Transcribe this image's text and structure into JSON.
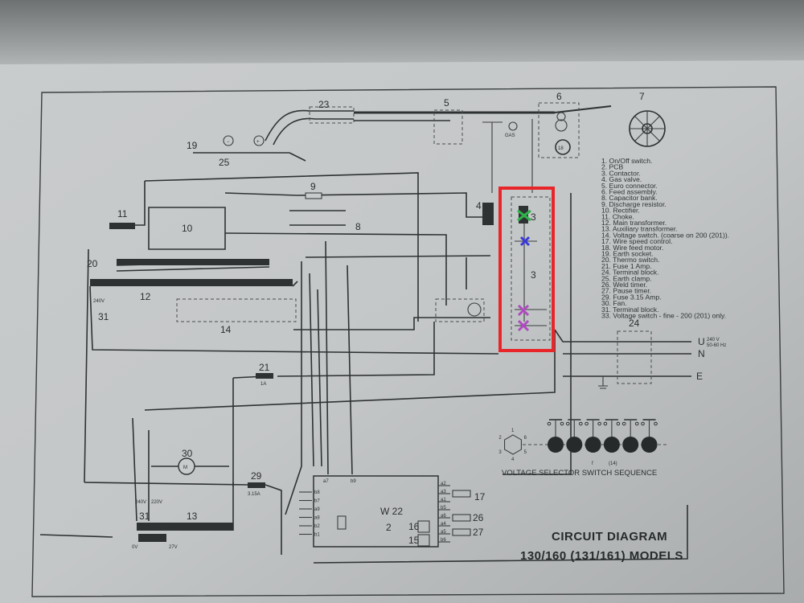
{
  "diagram": {
    "title_line1": "CIRCUIT DIAGRAM",
    "title_line2": "130/160 (131/161) MODELS",
    "selector_caption": "VOLTAGE SELECTOR SWITCH SEQUENCE",
    "selector_positions": [
      "1",
      "2",
      "3",
      "4",
      "5",
      "6"
    ],
    "selector_note_f": "f",
    "selector_note_14": "(14)",
    "legend": [
      "1. On/Off switch.",
      "2. PCB",
      "3. Contactor.",
      "4. Gas valve.",
      "5. Euro connector.",
      "6. Feed assembly.",
      "8. Capacitor bank.",
      "9. Discharge resistor.",
      "10. Rectifier.",
      "11. Choke.",
      "12. Main transformer.",
      "13. Auxiliary transformer.",
      "14. Voltage switch. (coarse on 200 (201)).",
      "17. Wire speed control.",
      "18. Wire feed motor.",
      "19. Earth socket.",
      "20. Thermo switch.",
      "21. Fuse 1 Amp.",
      "24. Terminal block.",
      "25. Earth clamp.",
      "26. Weld timer.",
      "27. Pause timer.",
      "29. Fuse 3.15 Amp.",
      "30. Fan.",
      "31. Terminal block.",
      "33. Voltage switch - fine - 200 (201) only."
    ],
    "component_labels": {
      "c23": "23",
      "c5": "5",
      "c6": "6",
      "c7": "7",
      "c19": "19",
      "c25": "25",
      "c18": "18",
      "c9": "9",
      "c11": "11",
      "c10": "10",
      "c8": "8",
      "c4": "4",
      "c3a": "3",
      "c3b": "3",
      "c20": "20",
      "c12": "12",
      "c31a": "31",
      "c14": "14",
      "c21": "21",
      "c24": "24",
      "c30": "30",
      "c29": "29",
      "c31b": "31",
      "c13": "13",
      "c17": "17",
      "c26": "26",
      "c27": "27",
      "c16": "16",
      "c15": "15",
      "w22": "W 22",
      "c2": "2",
      "fan": "M"
    },
    "small_labels": {
      "gas": "GAS",
      "fuse21": "1A",
      "fuse29": "3.15A",
      "v240": "240V",
      "v220": "220V",
      "v0": "0V",
      "v27": "27V",
      "v240b": "240V",
      "mains_u": "U",
      "mains_n": "N",
      "mains_e": "E",
      "mains_spec1": "240 V",
      "mains_spec2": "50-60 Hz",
      "minus": "−",
      "plus": "+"
    },
    "pcb_pins_left": [
      "b8",
      "b7",
      "a9",
      "a8",
      "b2",
      "b1"
    ],
    "pcb_pins_top": [
      "a7",
      "b9"
    ],
    "pcb_pins_right": [
      "a2",
      "a3",
      "a1",
      "b5",
      "a6",
      "a4",
      "a5",
      "b6"
    ],
    "highlight_color": "#e8262a",
    "marker_colors": {
      "green": "#2fb34a",
      "blue": "#3a3ad8",
      "purple": "#b04ac0"
    }
  }
}
